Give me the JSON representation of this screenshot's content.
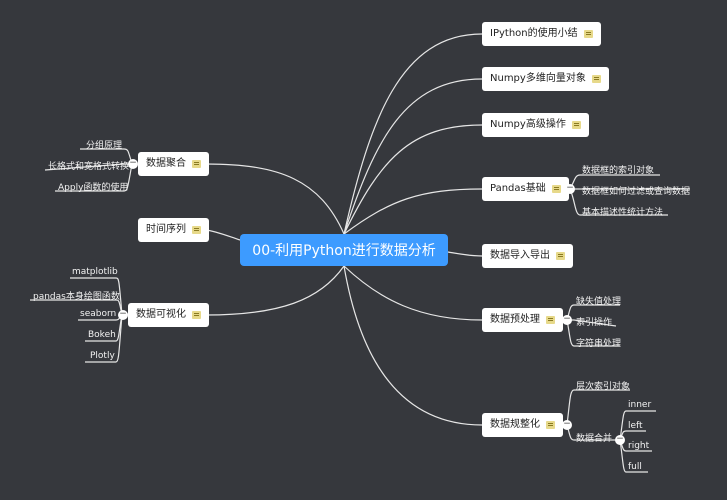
{
  "root": {
    "label": "00-利用Python进行数据分析",
    "color": "#3d9bff"
  },
  "right_topics": [
    {
      "label": "IPython的使用小结"
    },
    {
      "label": "Numpy多维向量对象"
    },
    {
      "label": "Numpy高级操作"
    },
    {
      "label": "Pandas基础",
      "children": [
        "数据框的索引对象",
        "数据框如何过滤或查询数据",
        "基本描述性统计方法"
      ]
    },
    {
      "label": "数据导入导出"
    },
    {
      "label": "数据预处理",
      "children": [
        "缺失值处理",
        "索引操作",
        "字符串处理"
      ]
    },
    {
      "label": "数据规整化",
      "children": [
        "层次索引对象",
        "数据合并"
      ],
      "merge_children": [
        "inner",
        "left",
        "right",
        "full"
      ]
    }
  ],
  "left_topics": [
    {
      "label": "数据聚合",
      "children": [
        "分组原理",
        "长格式和宽格式转换",
        "Apply函数的使用"
      ]
    },
    {
      "label": "时间序列"
    },
    {
      "label": "数据可视化",
      "children": [
        "matplotlib",
        "pandas本身绘图函数",
        "seaborn",
        "Bokeh",
        "Plotly"
      ]
    }
  ],
  "toggle_symbol": "−",
  "line_color": "#e6e6e6",
  "note_color": "#e7d98a"
}
